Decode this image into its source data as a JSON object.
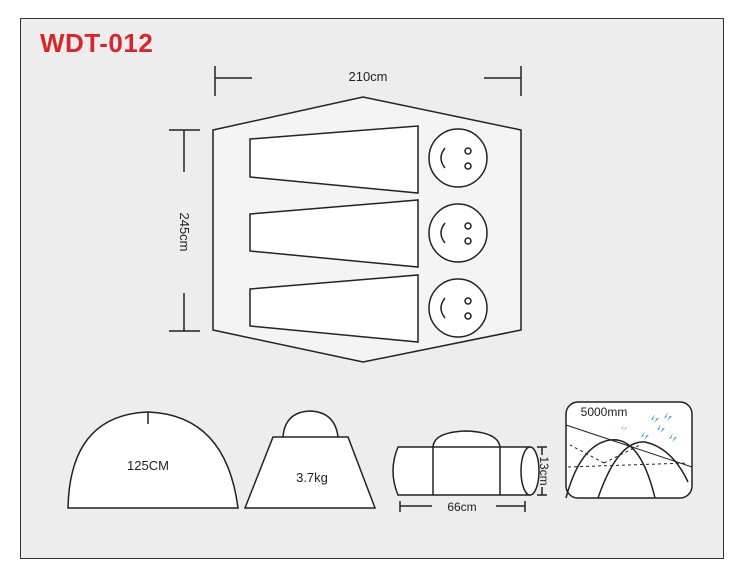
{
  "model": "WDT-012",
  "floorplan": {
    "width_label": "210cm",
    "depth_label": "245cm",
    "sleeping_bags": 3
  },
  "views": {
    "front": {
      "height_label": "125CM"
    },
    "side": {
      "weight_label": "3.7kg"
    },
    "packed": {
      "length_label": "66cm",
      "diameter_label": "13cm"
    },
    "rain": {
      "rating_label": "5000mm"
    }
  },
  "colors": {
    "brand_red": "#d8262b",
    "outline": "#222222",
    "panel_bg": "#ededed",
    "rain_blue": "#2e8fd6"
  }
}
